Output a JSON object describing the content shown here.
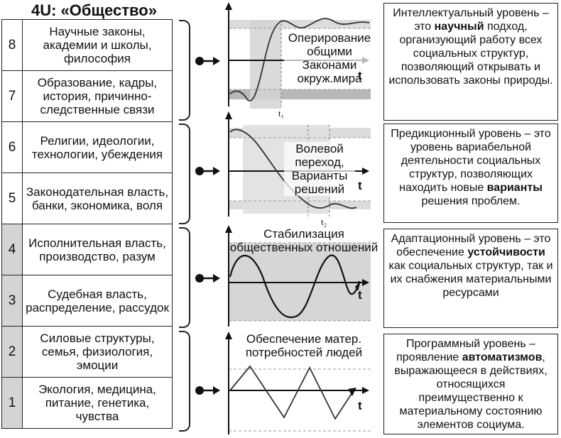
{
  "title": "4U: «Общество»",
  "levels": [
    {
      "num": "8",
      "label": "Научные законы, академии и школы, философия",
      "shaded": false
    },
    {
      "num": "7",
      "label": "Образование, кадры, история, причинно-следственные связи",
      "shaded": false
    },
    {
      "num": "6",
      "label": "Религии, идеологии, технологии, убеждения",
      "shaded": false
    },
    {
      "num": "5",
      "label": "Законодательная власть, банки, экономика, воля",
      "shaded": false
    },
    {
      "num": "4",
      "label": "Исполнительная власть, производство, разум",
      "shaded": true
    },
    {
      "num": "3",
      "label": "Судебная власть, распределение, рассудок",
      "shaded": true
    },
    {
      "num": "2",
      "label": "Силовые структуры, семья, физиология, эмоции",
      "shaded": true
    },
    {
      "num": "1",
      "label": "Экология, медицина, питание, генетика, чувства",
      "shaded": true
    }
  ],
  "charts": [
    {
      "text": "Оперирование общими Законами окруж.мира",
      "axis_label": "t",
      "marker": "t₁"
    },
    {
      "text": "Волевой переход, Варианты решений",
      "axis_label": "t",
      "marker": "t₂"
    },
    {
      "text": "Стабилизация общественных отношений",
      "axis_label": "t"
    },
    {
      "text": "Обеспечение матер. потребностей людей",
      "axis_label": "t"
    }
  ],
  "descriptions": [
    {
      "before": "Интеллектуальный уровень – это ",
      "bold": "научный",
      "after": " подход, организующий работу всех социальных структур, позволяющий открывать и использовать законы природы."
    },
    {
      "before": "Предикционный уровень – это уровень вариабельной деятельности социальных структур, позволяющих находить новые ",
      "bold": "варианты",
      "after": " решения проблем."
    },
    {
      "before": "Адаптационный уровень – это обеспечение ",
      "bold": "устойчивости",
      "after": " как социальных структур, так и их снабжения материальными ресурсами"
    },
    {
      "before": "Программный уровень – проявление ",
      "bold": "автоматизмов",
      "after": ", выражающееся в действиях, относящихся преимущественно к материальному состоянию элементов социума."
    }
  ]
}
